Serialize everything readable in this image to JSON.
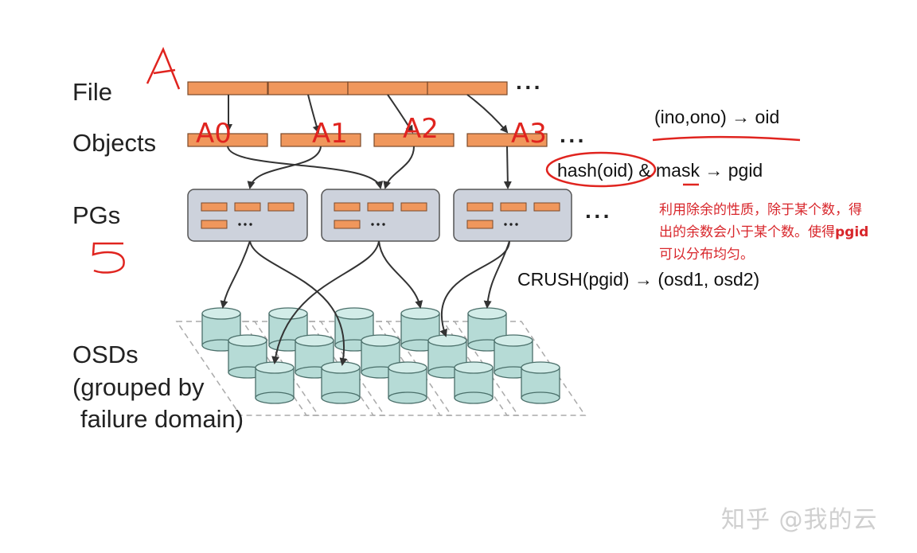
{
  "levels": {
    "file": "File",
    "objects": "Objects",
    "pgs": "PGs",
    "osds_line1": "OSDs",
    "osds_line2": "(grouped by",
    "osds_line3": "failure domain)"
  },
  "ellipsis": "···",
  "formulas": {
    "oid": "(ino,ono) → oid",
    "pgid": "hash(oid) & mask → pgid",
    "crush": "CRUSH(pgid) → (osd1, osd2)"
  },
  "annotations": {
    "file_mark": "A",
    "objects": [
      "A0",
      "A1",
      "A2",
      "A3"
    ],
    "pgs_mark": "5",
    "note_line1": "利用除余的性质，除于某个数，得",
    "note_line2": "出的余数会小于某个数。使得",
    "note_bold": "pgid",
    "note_line3": "可以分布均匀。"
  },
  "watermark": "知乎 @我的云",
  "colors": {
    "object_fill": "#f0975c",
    "pg_box": "#cdd2dc",
    "osd_fill": "#b6dbd6",
    "annotation_red": "#e0241f"
  }
}
